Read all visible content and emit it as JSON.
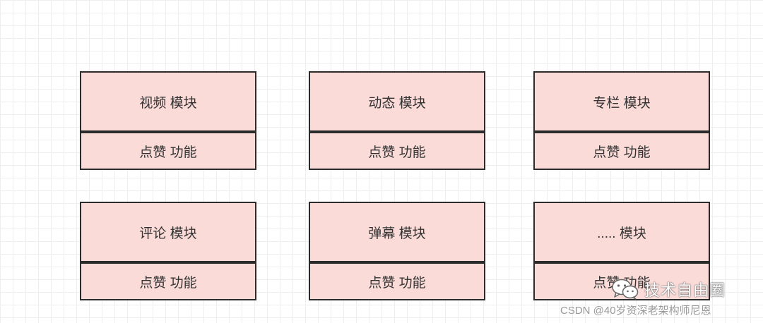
{
  "modules": [
    {
      "name": "视频 模块",
      "feature": "点赞  功能"
    },
    {
      "name": "动态 模块",
      "feature": "点赞  功能"
    },
    {
      "name": "专栏 模块",
      "feature": "点赞  功能"
    },
    {
      "name": "评论 模块",
      "feature": "点赞  功能"
    },
    {
      "name": "弹幕 模块",
      "feature": "点赞  功能"
    },
    {
      "name": "..... 模块",
      "feature": "点赞  功能"
    }
  ],
  "watermark": {
    "brand": "技术自由圈",
    "credit": "CSDN @40岁资深老架构师尼恩",
    "icon": "wechat-icon"
  },
  "colors": {
    "box_fill": "#fadbd8",
    "box_border": "#2b2b2b",
    "grid": "#eeeeee"
  }
}
